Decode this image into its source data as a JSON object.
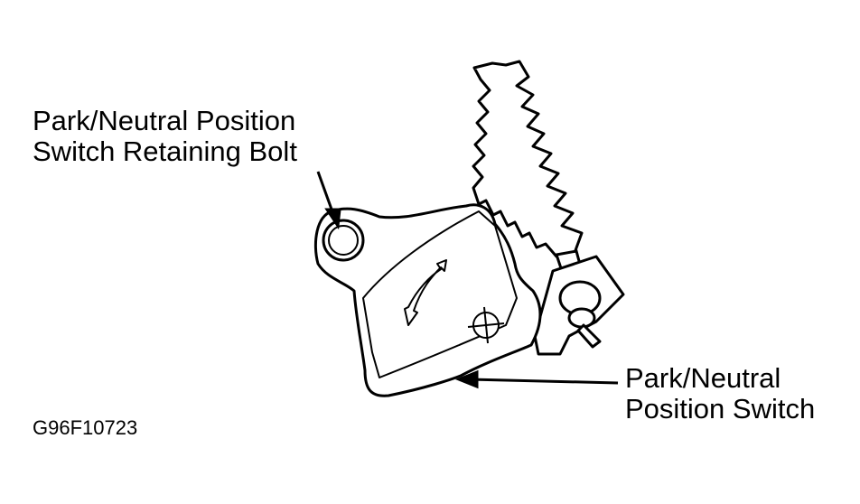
{
  "labels": {
    "retaining_bolt": [
      "Park/Neutral Position",
      "Switch Retaining Bolt"
    ],
    "position_switch": [
      "Park/Neutral",
      "Position Switch"
    ],
    "figure_code": "G96F10723"
  }
}
